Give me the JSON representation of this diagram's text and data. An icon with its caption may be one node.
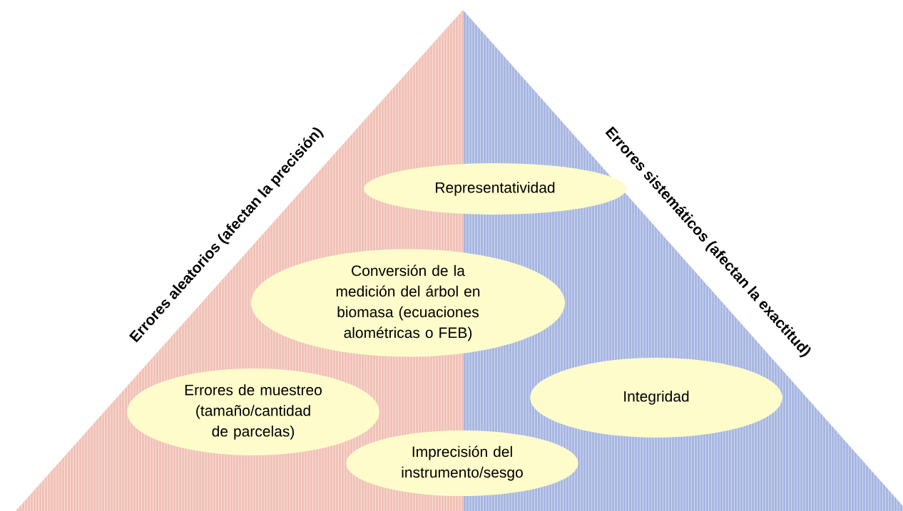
{
  "diagram": {
    "nodes": [
      {
        "text": [
          "Errores aleatorios (afectan la precisión)"
        ]
      },
      {
        "text": [
          "Errores sistemáticos (afectan la exactitud)"
        ]
      },
      {
        "text": [
          "Representatividad"
        ]
      },
      {
        "text": [
          "Conversión de la medición del árbol en biomasa (ecuaciones alométricas o FEB)"
        ]
      },
      {
        "text": [
          "Errores de muestreo (tamaño/cantidad de parcelas)"
        ],
        "in": 0
      },
      {
        "text": [
          "Integridad"
        ],
        "in": 1
      },
      {
        "text": [
          "Imprecisión del instrumento/sesgo"
        ]
      }
    ]
  }
}
